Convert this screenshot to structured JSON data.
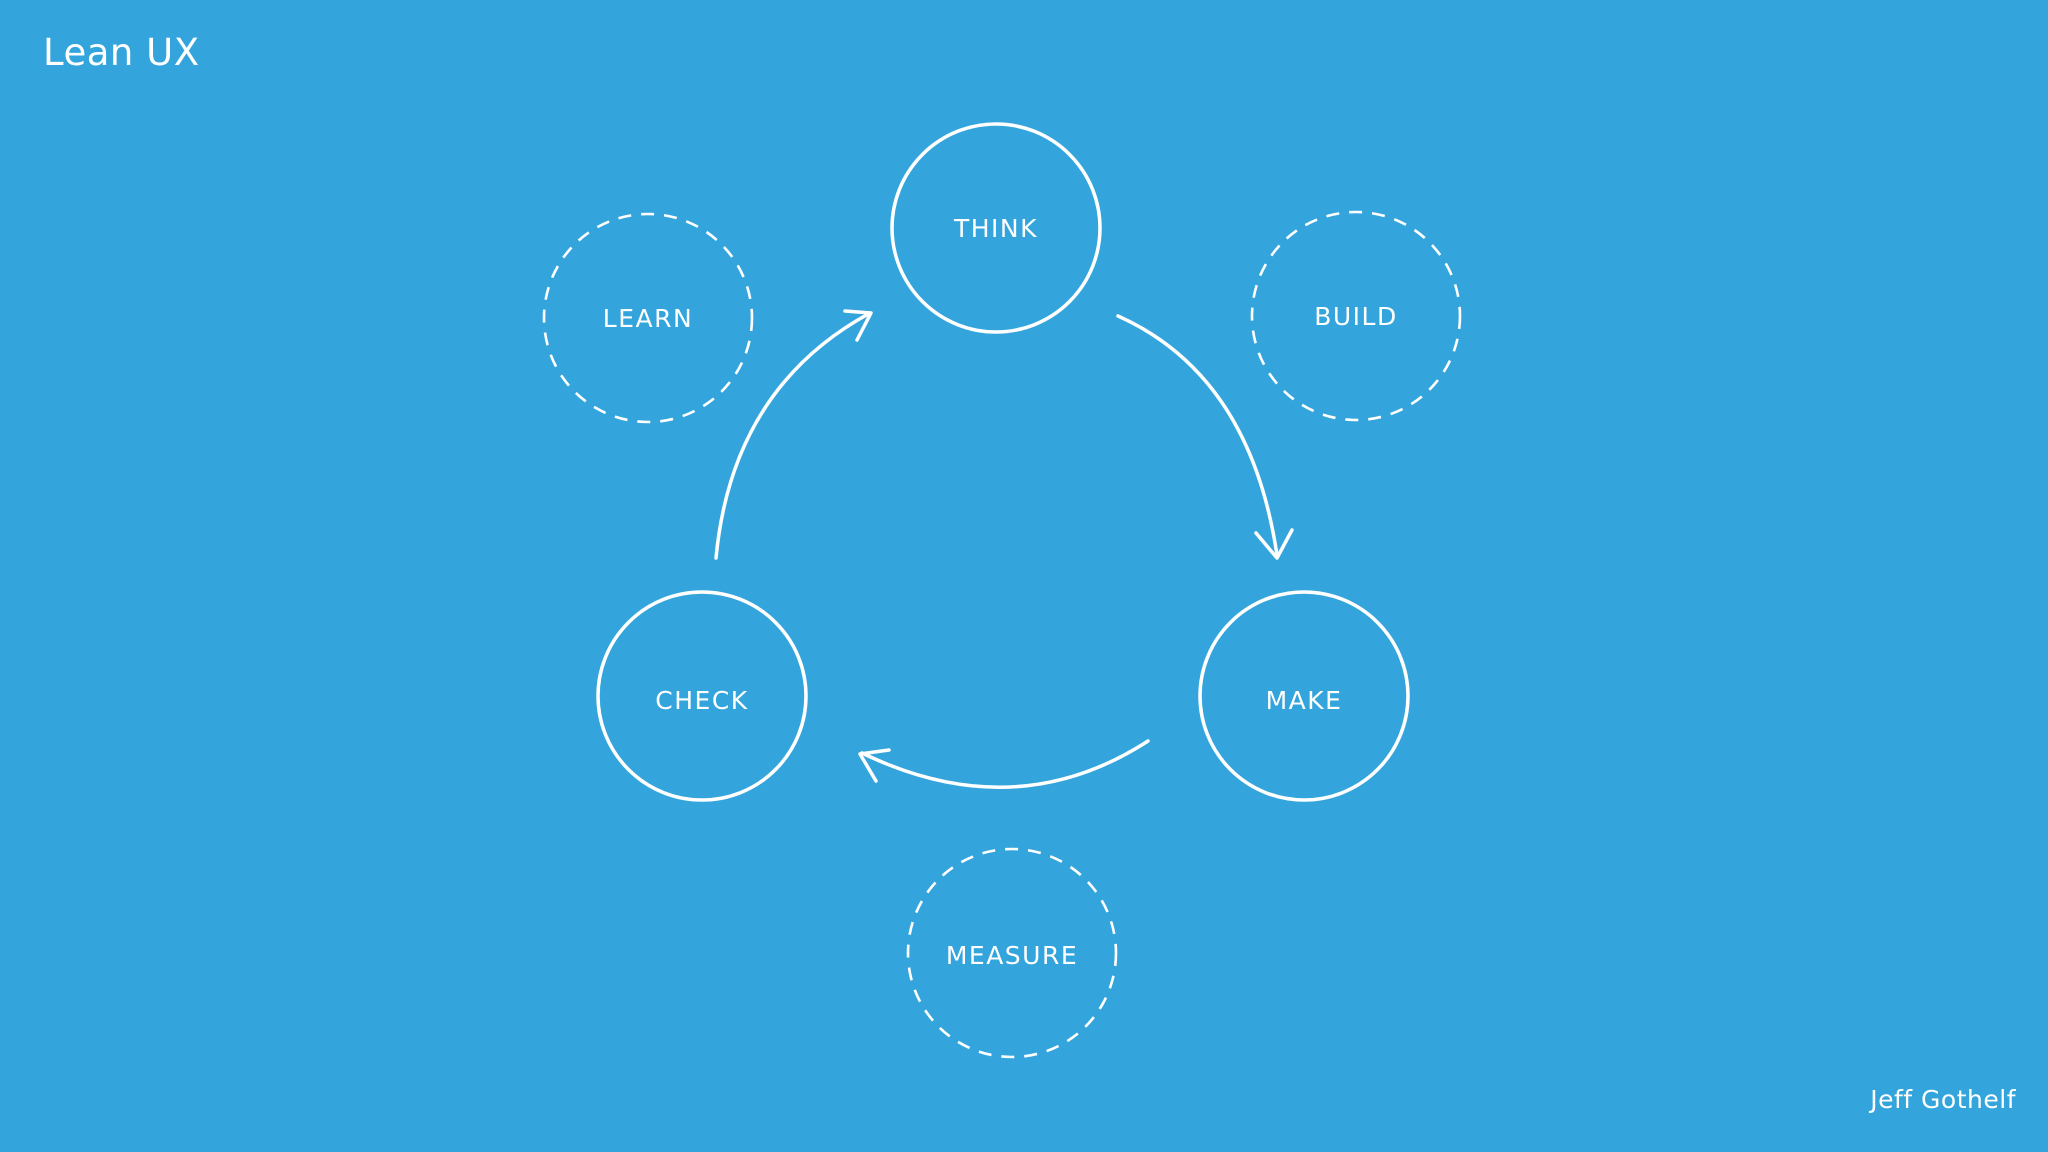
{
  "slide": {
    "title": "Lean UX",
    "author": "Jeff Gothelf",
    "background_color": "#34a5dc",
    "foreground_color": "#ffffff"
  },
  "cycle": {
    "nodes": [
      {
        "id": "think",
        "label": "THINK"
      },
      {
        "id": "make",
        "label": "MAKE"
      },
      {
        "id": "check",
        "label": "CHECK"
      }
    ],
    "arrows": [
      {
        "from": "THINK",
        "to": "MAKE"
      },
      {
        "from": "MAKE",
        "to": "CHECK"
      },
      {
        "from": "CHECK",
        "to": "THINK"
      }
    ]
  },
  "phases": [
    {
      "id": "build",
      "label": "BUILD"
    },
    {
      "id": "measure",
      "label": "MEASURE"
    },
    {
      "id": "learn",
      "label": "LEARN"
    }
  ]
}
